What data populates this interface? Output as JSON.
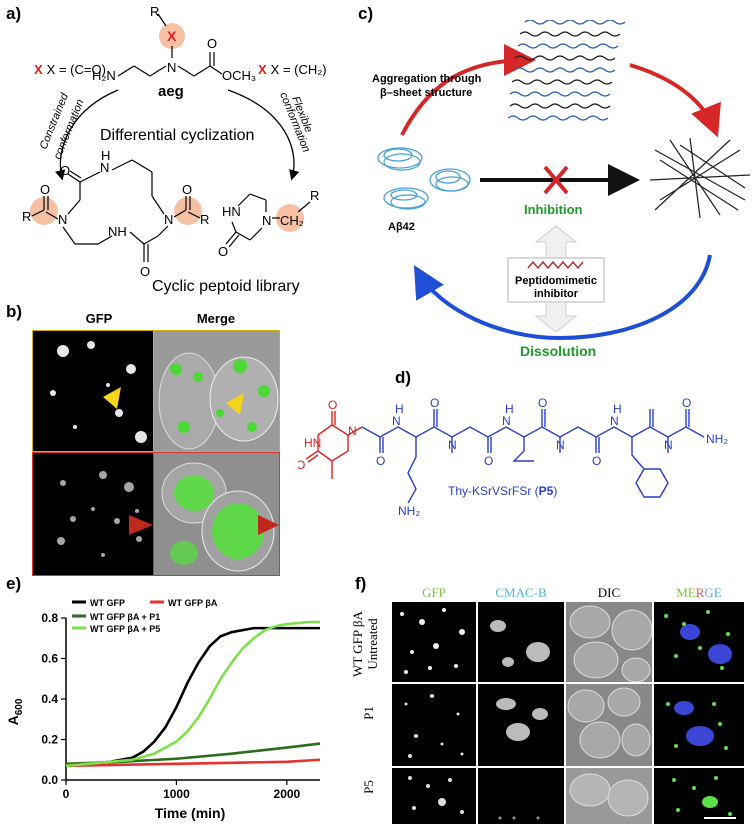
{
  "panel_letters": {
    "a": "a)",
    "b": "b)",
    "c": "c)",
    "d": "d)",
    "e": "e)",
    "f": "f)"
  },
  "panel_a": {
    "r_top": "R",
    "x_atom": "X",
    "n_atom": "N",
    "h2n": "H₂N",
    "oxygen": "O",
    "och3": "OCH₃",
    "aeg": "aeg",
    "left_condition": "X = (C=O)",
    "right_condition": "X = (CH₂)",
    "left_arrow_label_1": "Constrained",
    "left_arrow_label_2": "conformation",
    "right_arrow_label_1": "Flexible",
    "right_arrow_label_2": "conformation",
    "center_label": "Differential cyclization",
    "library_label": "Cyclic peptoid library",
    "macro_r_left": "R",
    "macro_r_right": "R",
    "nh_top": "N",
    "h_top": "H",
    "nh_bottom": "NH",
    "o_top": "O",
    "o_bottom": "O",
    "o_left": "O",
    "o_right": "O",
    "n_left": "N",
    "n_right": "N",
    "pip_hn": "HN",
    "pip_n": "N",
    "pip_ch2": "CH₂",
    "pip_r": "R",
    "pip_o": "O"
  },
  "panel_b": {
    "col1": "GFP",
    "col2": "Merge"
  },
  "panel_c": {
    "aggregation": "Aggregation through",
    "beta": "β–sheet structure",
    "abeta": "Aβ42",
    "inhibition": "Inhibition",
    "inhibitor_1": "Peptidomimetic",
    "inhibitor_2": "inhibitor",
    "dissolution": "Dissolution"
  },
  "panel_d": {
    "caption": "Thy-KSrVSrFSr (",
    "caption_bold": "P5",
    "caption_end": ")",
    "nh2_amide": "NH₂",
    "nh2_lys": "NH₂",
    "o": "O",
    "hn": "HN",
    "n": "N",
    "h": "H"
  },
  "panel_e": {
    "ylabel": "A",
    "ylabel_sub": "600",
    "xlabel": "Time (min)"
  },
  "chart_data": {
    "type": "line",
    "xlabel": "Time (min)",
    "ylabel": "A600",
    "xlim": [
      0,
      2300
    ],
    "ylim": [
      0.0,
      0.8
    ],
    "xticks": [
      0,
      1000,
      2000
    ],
    "yticks": [
      "0.0",
      "0.2",
      "0.4",
      "0.6",
      "0.8"
    ],
    "legend_placement": "top-left",
    "series": [
      {
        "name": "WT GFP",
        "color": "#000000",
        "x": [
          0,
          200,
          400,
          600,
          700,
          800,
          900,
          1000,
          1100,
          1200,
          1300,
          1400,
          1500,
          1600,
          1700,
          1800,
          2000,
          2200,
          2300
        ],
        "values": [
          0.07,
          0.08,
          0.09,
          0.11,
          0.14,
          0.19,
          0.26,
          0.36,
          0.48,
          0.58,
          0.66,
          0.71,
          0.73,
          0.74,
          0.75,
          0.75,
          0.75,
          0.75,
          0.75
        ]
      },
      {
        "name": "WT GFP βA",
        "color": "#e8312f",
        "x": [
          0,
          500,
          1000,
          1500,
          2000,
          2300
        ],
        "values": [
          0.07,
          0.075,
          0.08,
          0.085,
          0.09,
          0.1
        ]
      },
      {
        "name": "WT GFP βA + P1",
        "color": "#2e6b1f",
        "x": [
          0,
          500,
          1000,
          1500,
          2000,
          2300
        ],
        "values": [
          0.08,
          0.09,
          0.105,
          0.13,
          0.16,
          0.18
        ]
      },
      {
        "name": "WT GFP βA + P5",
        "color": "#7ee04a",
        "x": [
          0,
          200,
          400,
          600,
          800,
          1000,
          1100,
          1200,
          1300,
          1400,
          1500,
          1600,
          1700,
          1800,
          1900,
          2000,
          2200,
          2300
        ],
        "values": [
          0.07,
          0.08,
          0.09,
          0.1,
          0.13,
          0.19,
          0.24,
          0.31,
          0.4,
          0.5,
          0.58,
          0.65,
          0.7,
          0.74,
          0.76,
          0.77,
          0.78,
          0.78
        ]
      }
    ]
  },
  "panel_f": {
    "col_gfp": "GFP",
    "col_cmac": "CMAC-B",
    "col_dic": "DIC",
    "col_merge_1": "ME",
    "col_merge_2": "R",
    "col_merge_3": "GE",
    "row1": "WT GFP βA",
    "row1b": "Untreated",
    "row2": "P1",
    "row3": "P5",
    "colors": {
      "gfp": "#7fc241",
      "cmac": "#4fb3d9",
      "merge_r": "#e05050"
    }
  }
}
